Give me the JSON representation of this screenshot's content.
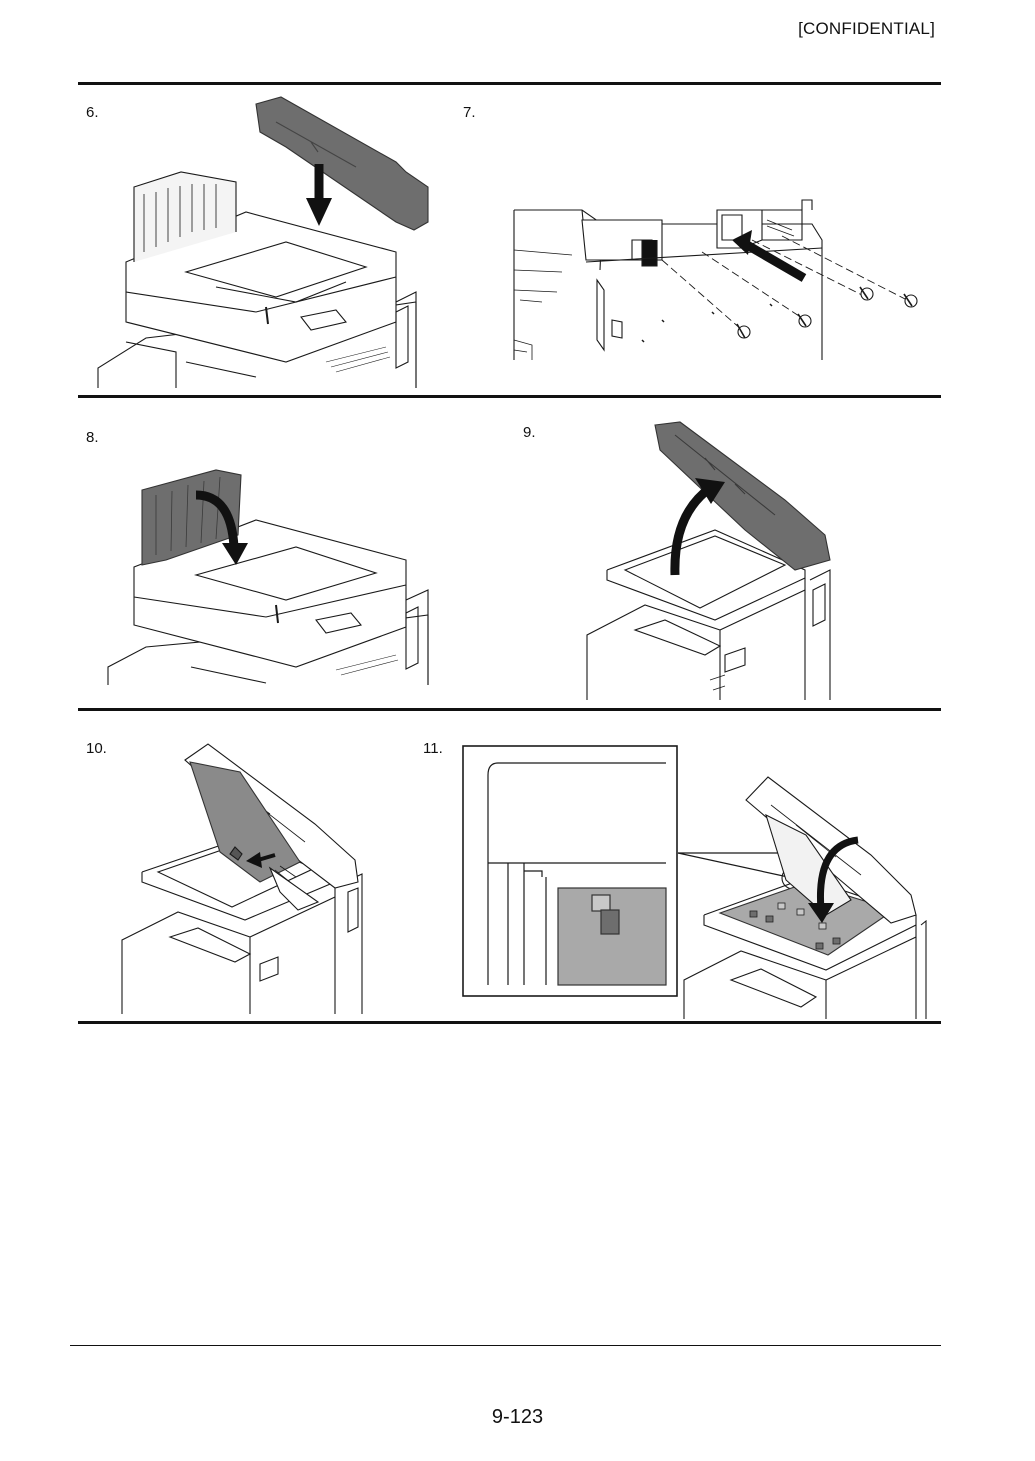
{
  "header": {
    "label": "[CONFIDENTIAL]"
  },
  "steps": [
    {
      "number": "6.",
      "figure": "adf-rear-cover-install",
      "arrow": "down"
    },
    {
      "number": "7.",
      "figure": "adf-hinge-screws",
      "arrow": "left"
    },
    {
      "number": "8.",
      "figure": "adf-upper-cover-close",
      "arrow": "curved-down"
    },
    {
      "number": "9.",
      "figure": "adf-open-up",
      "arrow": "curved-up"
    },
    {
      "number": "10.",
      "figure": "platen-sheet-remove",
      "arrow": "left"
    },
    {
      "number": "11.",
      "figure": "platen-sheet-attach-detail",
      "arrow": "curved-down"
    }
  ],
  "colors": {
    "cover_dark": "#6e6e6e",
    "cover_mid": "#8a8a8a",
    "detail_gray": "#a9a9a9",
    "line": "#1a1a1a"
  },
  "footer": {
    "page_number": "9-123"
  }
}
